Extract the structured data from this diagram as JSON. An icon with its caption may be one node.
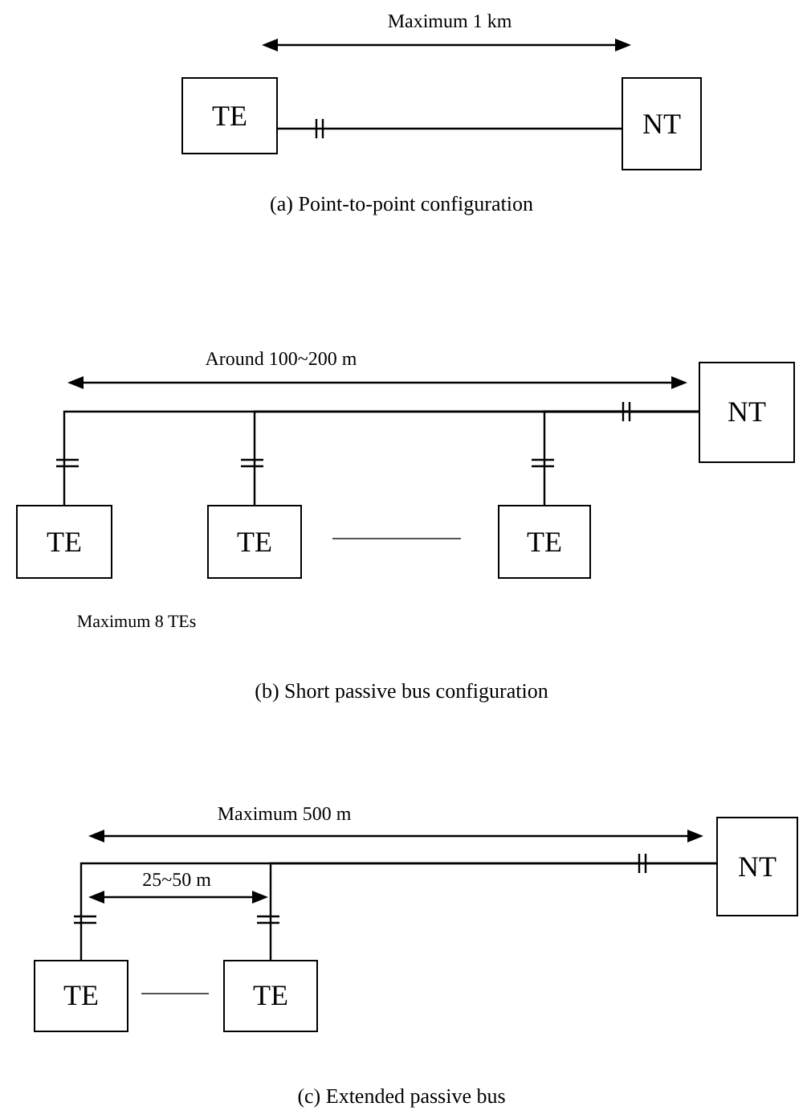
{
  "diagram": {
    "nodes": [
      {
        "text": [
          "TE"
        ]
      },
      {
        "text": [
          "NT"
        ]
      },
      {
        "text": [
          "NT"
        ]
      },
      {
        "text": [
          "TE"
        ]
      },
      {
        "text": [
          "TE"
        ]
      },
      {
        "text": [
          "TE"
        ]
      },
      {
        "text": [
          "NT"
        ]
      },
      {
        "text": [
          "TE"
        ]
      },
      {
        "text": [
          "TE"
        ]
      }
    ],
    "edges": [
      {
        "from": 0,
        "to": 1,
        "arrow": "none"
      },
      {
        "from": 3,
        "to": 2,
        "arrow": "none"
      },
      {
        "from": 4,
        "to": 2,
        "arrow": "none"
      },
      {
        "from": 5,
        "to": 2,
        "arrow": "none"
      },
      {
        "from": 7,
        "to": 6,
        "arrow": "none"
      },
      {
        "from": 8,
        "to": 6,
        "arrow": "none"
      }
    ],
    "labels": [
      "Maximum 1 km",
      "(a) Point-to-point configuration",
      "Around 100~200 m",
      "Maximum 8 TEs",
      "(b) Short passive bus configuration",
      "Maximum 500 m",
      "25~50 m",
      "(c) Extended passive bus"
    ]
  }
}
